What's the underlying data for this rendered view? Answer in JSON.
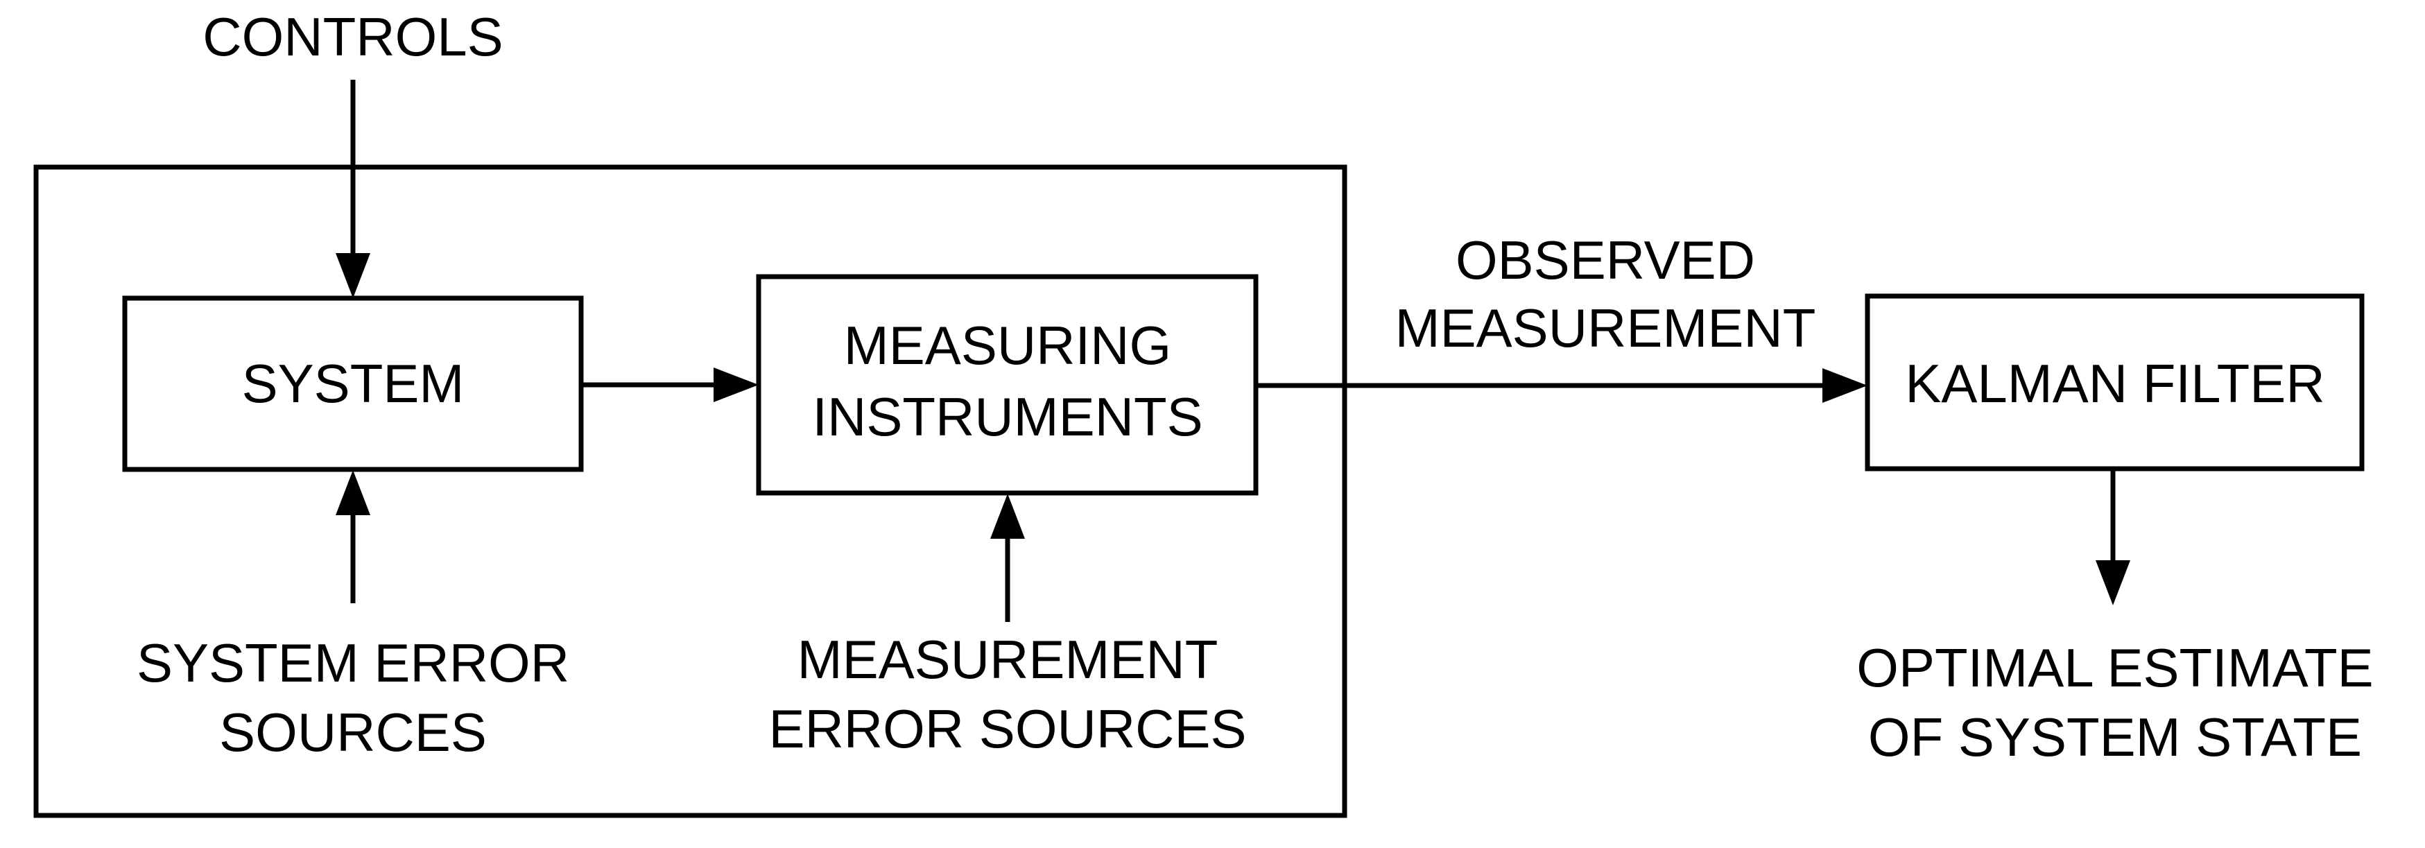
{
  "labels": {
    "controls": "CONTROLS",
    "system": "SYSTEM",
    "measuring_line1": "MEASURING",
    "measuring_line2": "INSTRUMENTS",
    "kalman": "KALMAN FILTER",
    "observed_line1": "OBSERVED",
    "observed_line2": "MEASUREMENT",
    "sys_err_line1": "SYSTEM ERROR",
    "sys_err_line2": "SOURCES",
    "meas_err_line1": "MEASUREMENT",
    "meas_err_line2": "ERROR SOURCES",
    "optimal_line1": "OPTIMAL ESTIMATE",
    "optimal_line2": "OF SYSTEM STATE"
  }
}
